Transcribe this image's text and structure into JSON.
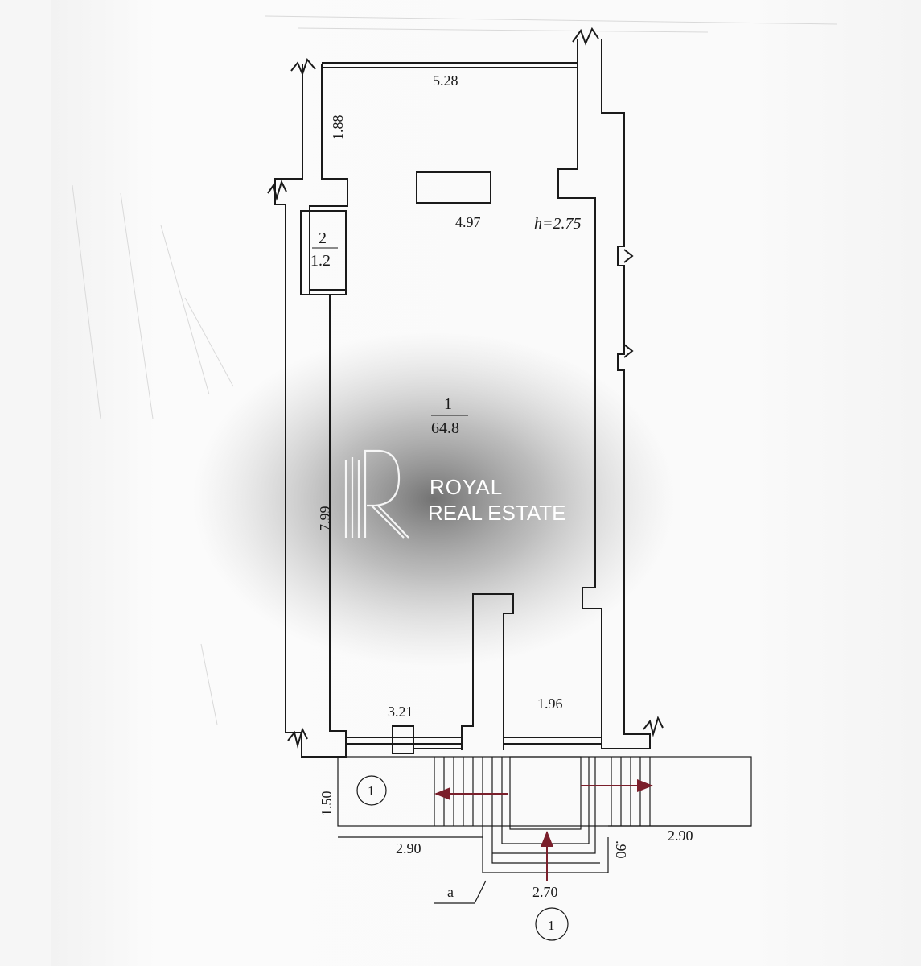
{
  "watermark": {
    "logo_letter": "R",
    "line1": "ROYAL",
    "line2": "REAL ESTATE"
  },
  "rooms": [
    {
      "number": "1",
      "area": "64.8"
    },
    {
      "number": "2",
      "area": "1.2"
    }
  ],
  "ceiling_height": "h=2.75",
  "dimensions": {
    "top_width": "5.28",
    "inner_width": "4.97",
    "left_upper": "1.88",
    "left_long": "7.99",
    "bottom_left": "3.21",
    "bottom_right": "1.96",
    "porch_depth": "1.50",
    "porch_left": "2.90",
    "porch_right": "2.90",
    "stair_width": "2.70",
    "stair_side": ".90"
  },
  "section_markers": {
    "circle_upper": "1",
    "circle_lower": "1",
    "leader_letter": "a"
  },
  "colors": {
    "line": "#1a1a1a",
    "arrow": "#7a1f2b",
    "shadow": "#6e6e6e"
  }
}
